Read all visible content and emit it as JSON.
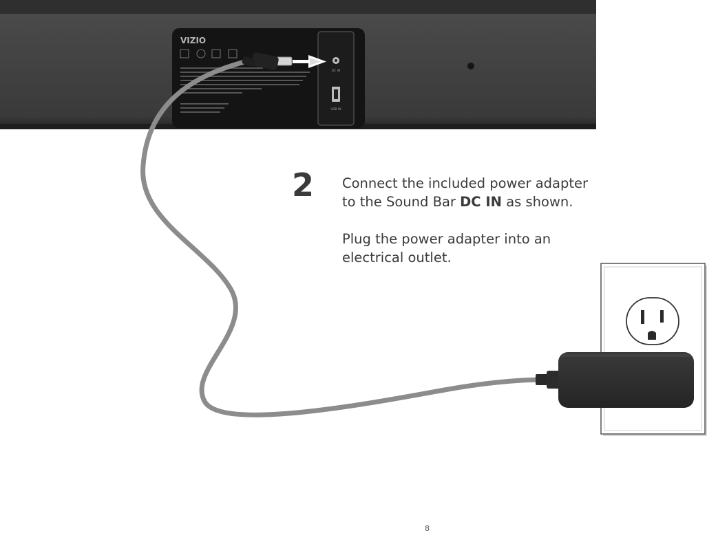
{
  "step": {
    "number": "2",
    "line1": "Connect the included power adapter",
    "line2_prefix": "to the Sound Bar ",
    "line2_bold": "DC IN",
    "line2_suffix": " as shown.",
    "line3": "Plug the power adapter into an",
    "line4": "electrical outlet."
  },
  "soundbar": {
    "brand_logo": "VIZIO",
    "port_dc_label": "DC IN",
    "port_usb_label": "USB IN"
  },
  "page": {
    "number": "8"
  },
  "icons": {
    "arrow": "arrow-right-icon",
    "plug": "dc-plug-icon",
    "outlet": "wall-outlet-icon",
    "adapter": "power-adapter-icon"
  },
  "colors": {
    "soundbar": "#3b3b3b",
    "panel": "#141414",
    "cable": "#8c8c8c",
    "adapter": "#2e2e2e",
    "text": "#3a3a3a"
  }
}
